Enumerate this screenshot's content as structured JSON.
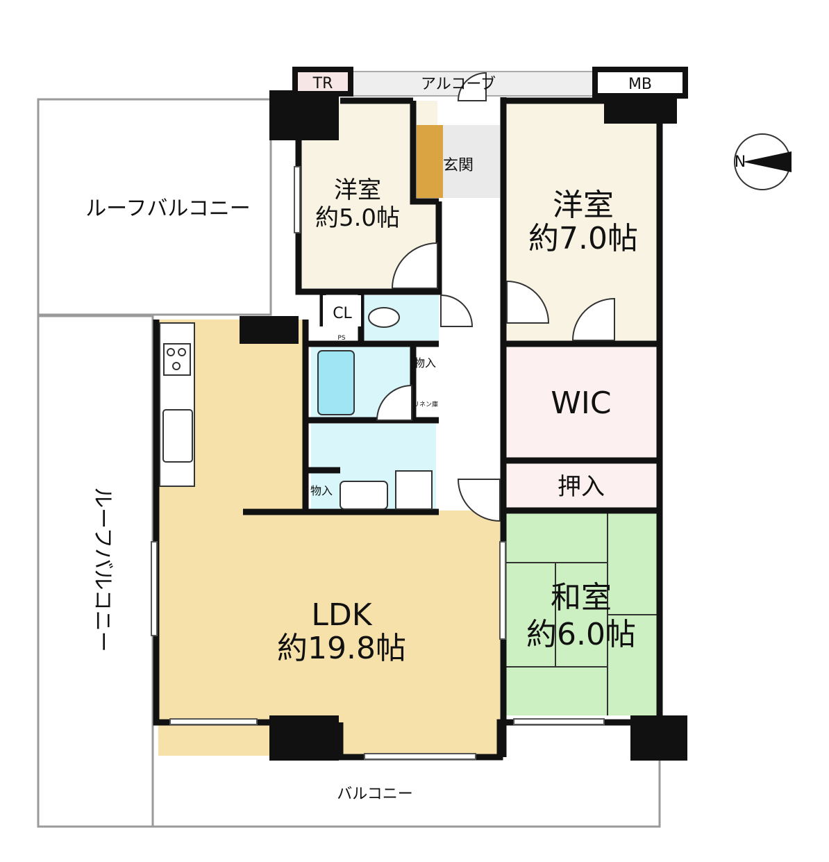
{
  "rooms": {
    "ldk": {
      "name": "LDK",
      "size": "約19.8帖",
      "color": "#f6e1ab"
    },
    "western_small": {
      "name": "洋室",
      "size": "約5.0帖",
      "color": "#f8f3e2"
    },
    "western_large": {
      "name": "洋室",
      "size": "約7.0帖",
      "color": "#f8f3e2"
    },
    "japanese": {
      "name": "和室",
      "size": "約6.0帖",
      "color": "#cdf0c2"
    },
    "wic": {
      "name": "WIC",
      "color": "#fdf0f0"
    },
    "oshiire": {
      "name": "押入",
      "color": "#fdf0f0"
    },
    "entrance": {
      "name": "玄関"
    },
    "closet": {
      "name": "CL"
    },
    "storage_top": {
      "name": "物入"
    },
    "storage_bottom": {
      "name": "物入"
    },
    "linen": {
      "name": "リネン庫"
    },
    "water_color": "#d9f7fb"
  },
  "outside": {
    "roof_balcony_top": "ルーフバルコニー",
    "roof_balcony_left": "ルーフバルコニー",
    "balcony": "バルコニー",
    "alcove": "アルコーブ",
    "tr": "TR",
    "mb": "MB",
    "ps_main": "PS",
    "ps_small": "PS"
  },
  "compass": {
    "label": "N"
  }
}
